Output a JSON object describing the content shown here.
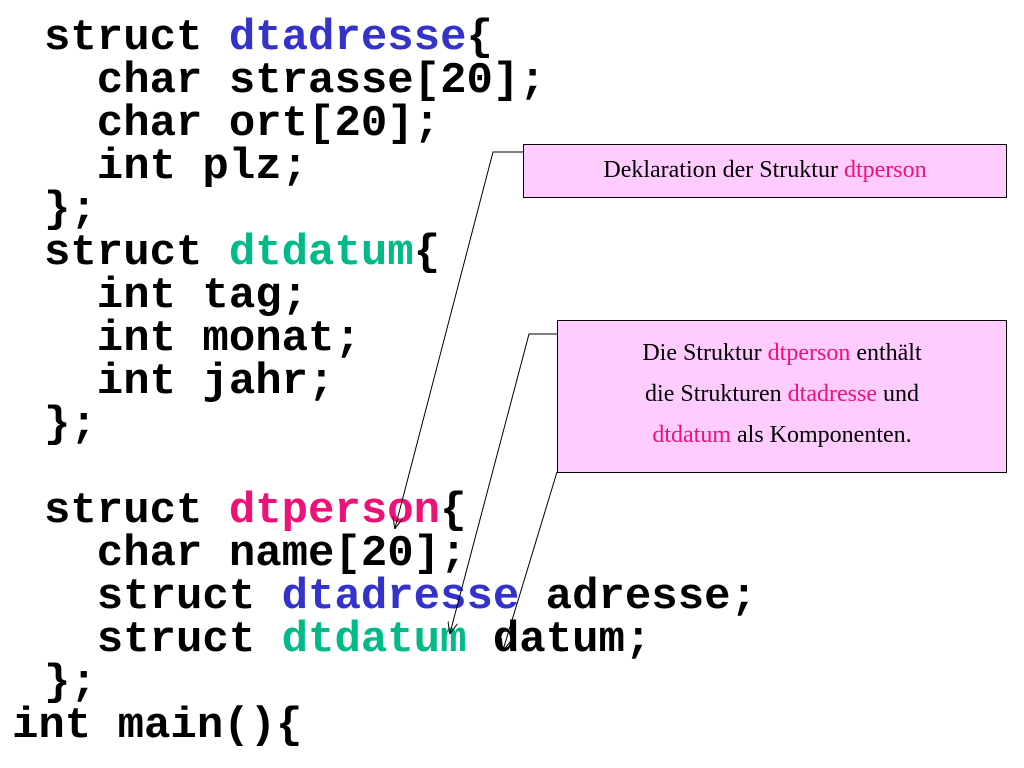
{
  "colors": {
    "dtadresse": "#3333cc",
    "dtdatum": "#00bb88",
    "dtperson": "#ee1177",
    "callout_bg": "#ffccff"
  },
  "code": {
    "l1": {
      "a": "struct ",
      "b": "dtadresse",
      "c": "{"
    },
    "l2": "  char strasse[20];",
    "l3": "  char ort[20];",
    "l4": "  int plz;",
    "l5": "};",
    "l6": {
      "a": "struct ",
      "b": "dtdatum",
      "c": "{"
    },
    "l7": "  int tag;",
    "l8": "  int monat;",
    "l9": "  int jahr;",
    "l10": "};",
    "l11": {
      "a": "struct ",
      "b": "dtperson",
      "c": "{"
    },
    "l12": "  char name[20];",
    "l13": {
      "a": "  struct ",
      "b": "dtadresse",
      "c": " adresse;"
    },
    "l14": {
      "a": "  struct ",
      "b": "dtdatum",
      "c": " datum;"
    },
    "l15": "};",
    "l16": "int main(){"
  },
  "callout1": {
    "text": "Deklaration der Struktur ",
    "hl": "dtperson"
  },
  "callout2": {
    "t1": "Die Struktur ",
    "hl1": "dtperson",
    "t2": " enthält",
    "t3": "die Strukturen ",
    "hl2": "dtadresse",
    "t4": " und",
    "hl3": "dtdatum",
    "t5": " als Komponenten."
  }
}
